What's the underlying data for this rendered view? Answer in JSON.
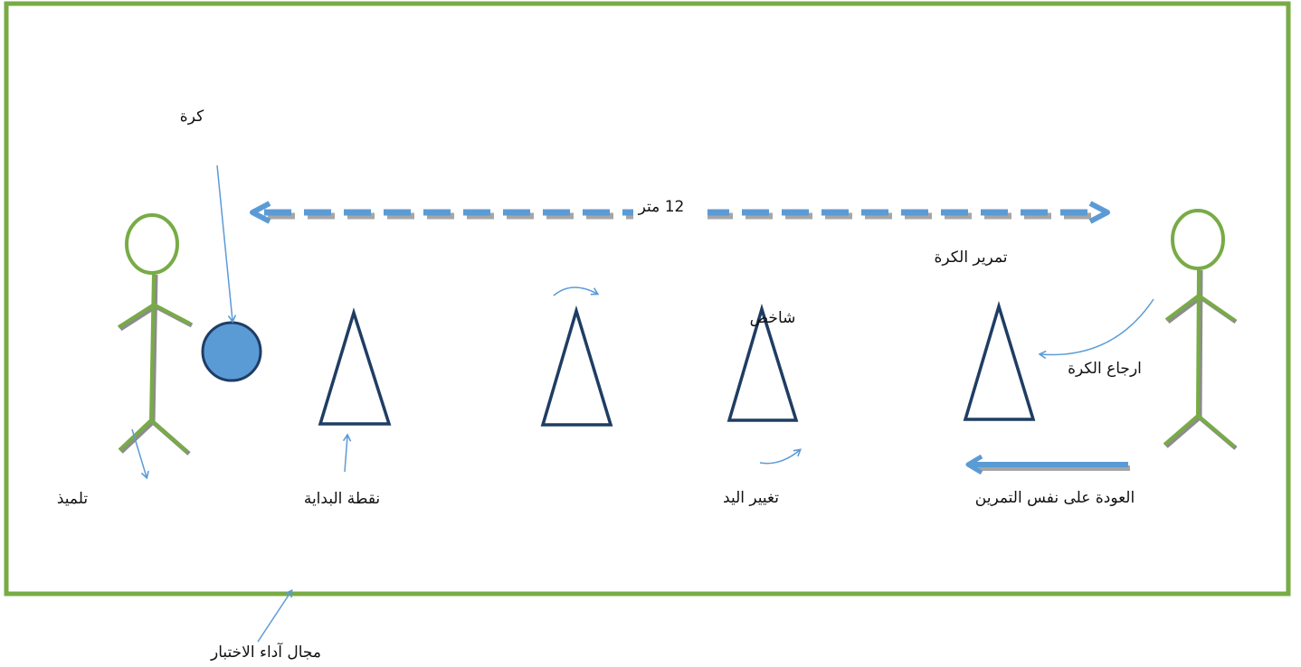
{
  "colors": {
    "field_border": "#78ab46",
    "stick_figure": "#78ab46",
    "stick_shadow": "#8c8c8c",
    "cone_stroke": "#1f3d64",
    "ball_fill": "#5b9bd5",
    "ball_stroke": "#1f3d64",
    "arrow": "#5b9bd5"
  },
  "labels": {
    "ball": "كرة",
    "distance": "12 متر",
    "pass_ball": "تمرير الكرة",
    "cone": "شاخص",
    "return_ball": "ارجاع الكرة",
    "student": "تلميذ",
    "start_point": "نقطة البداية",
    "change_hand": "تغيير اليد",
    "repeat_exercise": "العودة على نفس التمرين",
    "test_area": "مجال آداء الاختبار"
  },
  "icons": {
    "student_figure": "stick-figure-icon",
    "partner_figure": "stick-figure-icon",
    "cone": "cone-triangle-icon",
    "ball": "ball-circle-icon"
  }
}
